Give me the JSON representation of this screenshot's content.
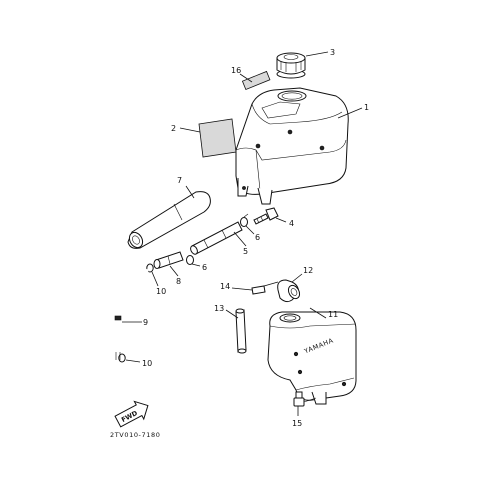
{
  "callouts": [
    "1",
    "2",
    "3",
    "4",
    "5",
    "6",
    "7",
    "8",
    "9",
    "10",
    "11",
    "12",
    "13",
    "14",
    "15",
    "16"
  ],
  "labels": {
    "l1": "1",
    "l2": "2",
    "l3": "3",
    "l4": "4",
    "l5": "5",
    "l6a": "6",
    "l6b": "6",
    "l7": "7",
    "l8": "8",
    "l9": "9",
    "l10a": "10",
    "l10b": "10",
    "l11": "11",
    "l12": "12",
    "l13": "13",
    "l14": "14",
    "l15": "15",
    "l16": "16"
  },
  "fwd_mark": "FWD",
  "diagram_code": "2TV010-7180",
  "tank_embossing": "YAMAHA",
  "colors": {
    "line": "#111111",
    "background": "#ffffff",
    "shade": "#d9d9d9"
  }
}
